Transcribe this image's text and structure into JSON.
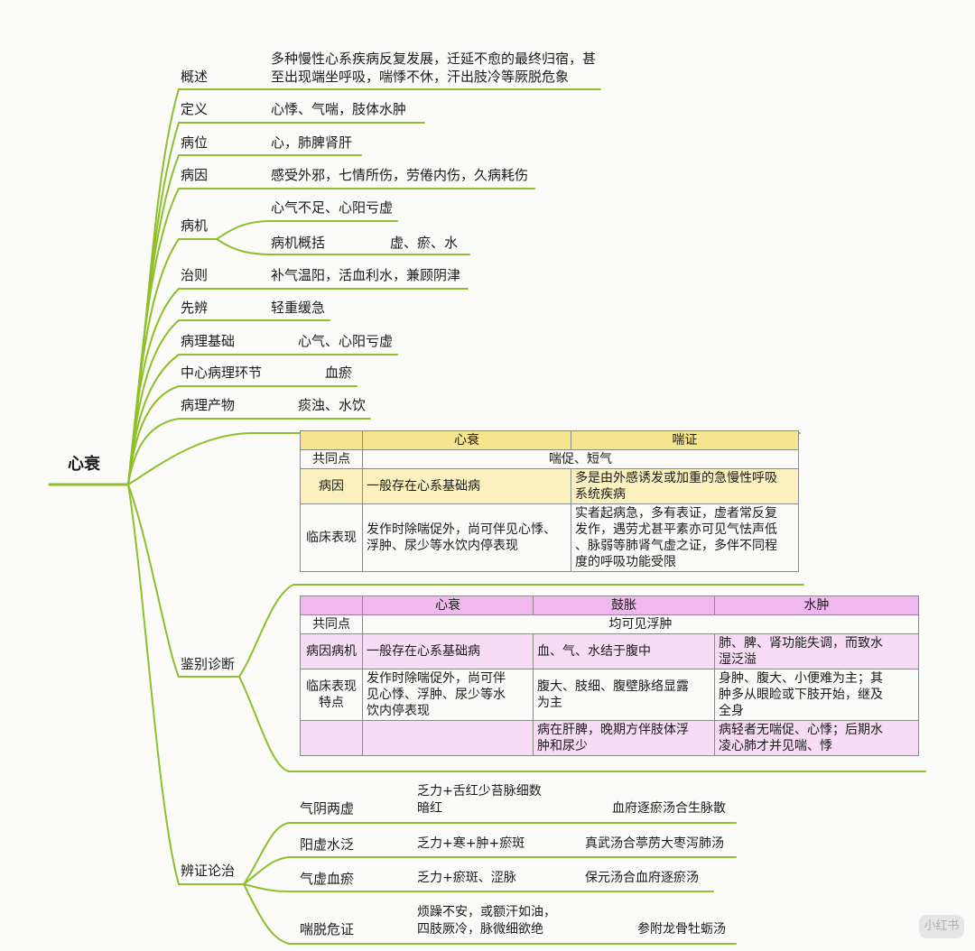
{
  "root": "心衰",
  "branches": {
    "overview": {
      "label": "概述",
      "text1": "多种慢性心系疾病反复发展，迁延不愈的最终归宿，甚",
      "text2": "至出现端坐呼吸，喘悸不休，汗出肢冷等厥脱危象"
    },
    "definition": {
      "label": "定义",
      "text": "心悸、气喘，肢体水肿"
    },
    "location": {
      "label": "病位",
      "text": "心，肺脾肾肝"
    },
    "cause": {
      "label": "病因",
      "text": "感受外邪，七情所伤，劳倦内伤，久病耗伤"
    },
    "mechanism": {
      "label": "病机",
      "sub1": "心气不足、心阳亏虚",
      "sub2_label": "病机概括",
      "sub2_text": "虚、瘀、水"
    },
    "principle": {
      "label": "治则",
      "text": "补气温阳，活血利水，兼顾阴津"
    },
    "first": {
      "label": "先辨",
      "text": "轻重缓急"
    },
    "basis": {
      "label": "病理基础",
      "text": "心气、心阳亏虚"
    },
    "center": {
      "label": "中心病理环节",
      "text": "血瘀"
    },
    "product": {
      "label": "病理产物",
      "text": "痰浊、水饮"
    },
    "diff": {
      "label": "鉴别诊断"
    },
    "syndrome": {
      "label": "辨证论治"
    }
  },
  "table1": {
    "headers": [
      "心衰",
      "喘证"
    ],
    "common_label": "共同点",
    "common": "喘促、短气",
    "rows": [
      {
        "label": "病因",
        "a": "一般存在心系基础病",
        "b1": "多是由外感诱发或加重的急慢性呼吸",
        "b2": "系统疾病"
      },
      {
        "label": "临床表现",
        "a1": "发作时除喘促外，尚可伴见心悸、",
        "a2": "浮肿、尿少等水饮内停表现",
        "b1": "实者起病急，多有表证，虚者常反复",
        "b2": "发作，遇劳尤甚平素亦可见气怯声低",
        "b3": "、脉弱等肺肾气虚之证，多伴不同程",
        "b4": "度的呼吸功能受限"
      }
    ]
  },
  "table2": {
    "headers": [
      "心衰",
      "鼓胀",
      "水肿"
    ],
    "common_label": "共同点",
    "common": "均可见浮肿",
    "rows": [
      {
        "label": "病因病机",
        "a": "一般存在心系基础病",
        "b": "血、气、水结于腹中",
        "c1": "肺、脾、肾功能失调，而致水",
        "c2": "湿泛溢"
      },
      {
        "label1": "临床表现",
        "label2": "特点",
        "a1": "发作时除喘促外，尚可伴",
        "a2": "见心悸、浮肿、尿少等水",
        "a3": "饮内停表现",
        "b1": "腹大、肢细、腹壁脉络显露",
        "b2": "为主",
        "c1": "身肿、腹大、小便难为主；其",
        "c2": "肿多从眼睑或下肢开始，继及",
        "c3": "全身"
      },
      {
        "b1": "病在肝脾，晚期方伴肢体浮",
        "b2": "肿和尿少",
        "c1": "病轻者无喘促、心悸；后期水",
        "c2": "凌心肺才并见喘、悸"
      }
    ]
  },
  "syndromes": [
    {
      "name": "气阴两虚",
      "sym1": "乏力+舌红少苔脉细数",
      "sym2": "暗红",
      "rx": "血府逐瘀汤合生脉散"
    },
    {
      "name": "阳虚水泛",
      "sym1": "乏力+寒+肿+瘀斑",
      "rx": "真武汤合葶苈大枣泻肺汤"
    },
    {
      "name": "气虚血瘀",
      "sym1": "乏力+瘀斑、涩脉",
      "rx": "保元汤合血府逐瘀汤"
    },
    {
      "name": "喘脱危证",
      "sym1": "烦躁不安，或额汗如油，",
      "sym2": "四肢厥冷，脉微细欲绝",
      "rx": "参附龙骨牡蛎汤"
    }
  ],
  "watermark": "小红书",
  "line_color": "#8fbf2a"
}
